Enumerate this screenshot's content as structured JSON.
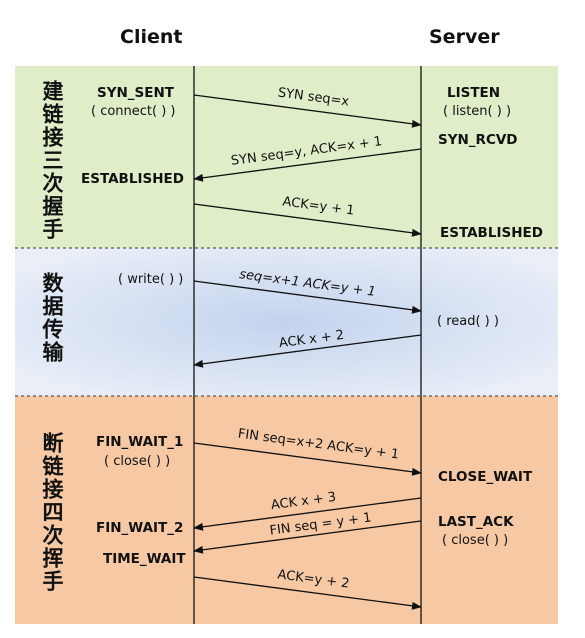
{
  "headers": {
    "client": "Client",
    "server": "Server"
  },
  "sections": {
    "handshake": {
      "label": "建链接三次握手",
      "color": "#dfeec9"
    },
    "transfer": {
      "label": "数据传输",
      "color": "#d8e2f2"
    },
    "teardown": {
      "label": "断链接四次挥手",
      "color": "#f6c9a4"
    }
  },
  "client_states": {
    "syn_sent": "SYN_SENT",
    "connect": "( connect( ) )",
    "established": "ESTABLISHED",
    "write": "( write( ) )",
    "fin_wait_1": "FIN_WAIT_1",
    "close": "( close( ) )",
    "fin_wait_2": "FIN_WAIT_2",
    "time_wait": "TIME_WAIT"
  },
  "server_states": {
    "listen": "LISTEN",
    "listen_call": "( listen( ) )",
    "syn_rcvd": "SYN_RCVD",
    "established": "ESTABLISHED",
    "read": "( read( ) )",
    "close_wait": "CLOSE_WAIT",
    "last_ack": "LAST_ACK",
    "close": "( close( ) )"
  },
  "messages": [
    {
      "id": "syn",
      "label": "SYN seq=x",
      "dir": "to-server"
    },
    {
      "id": "syn-ack",
      "label": "SYN seq=y, ACK=x + 1",
      "dir": "to-client"
    },
    {
      "id": "ack1",
      "label": "ACK=y + 1",
      "dir": "to-server"
    },
    {
      "id": "data",
      "label": "seq=x+1 ACK=y + 1",
      "dir": "to-server"
    },
    {
      "id": "ack-data",
      "label": "ACK x + 2",
      "dir": "to-client"
    },
    {
      "id": "fin1",
      "label": "FIN seq=x+2 ACK=y + 1",
      "dir": "to-server"
    },
    {
      "id": "ack-fin1",
      "label": "ACK x + 3",
      "dir": "to-client"
    },
    {
      "id": "fin2",
      "label": "FIN seq = y + 1",
      "dir": "to-client"
    },
    {
      "id": "ack-fin2",
      "label": "ACK=y + 2",
      "dir": "to-server"
    }
  ]
}
